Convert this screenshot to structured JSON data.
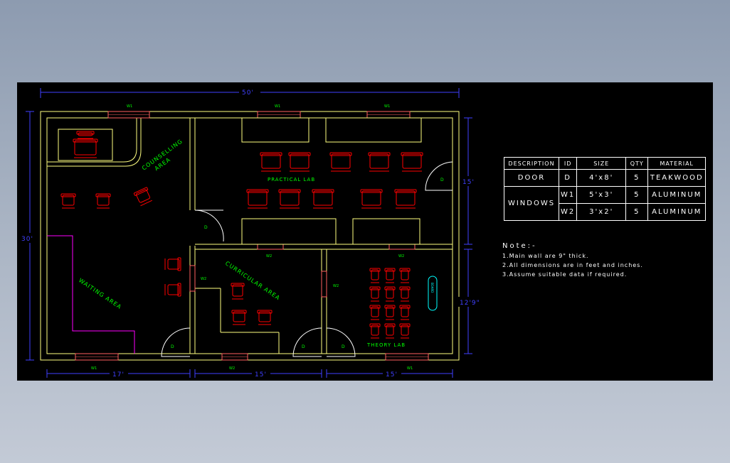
{
  "labels": {
    "counselling": [
      "COUNSELLING",
      "AREA"
    ],
    "practical_lab": "PRACTICAL LAB",
    "curricular_area": "CURRICULAR AREA",
    "waiting_area": "WAITING AREA",
    "theory_lab": "THEORY LAB",
    "door_tag": "D",
    "window_tag_1": "W1",
    "window_tag_2": "W2",
    "board_text": "BOARD"
  },
  "dimensions": {
    "overall_width": "50'",
    "overall_height": "30'",
    "right_upper": "15'",
    "right_lower": "12'9\"",
    "bottom_left": "17'",
    "bottom_mid": "15'",
    "bottom_right": "15'"
  },
  "schedule": {
    "headers": [
      "DESCRIPTION",
      "ID",
      "SIZE",
      "QTY",
      "MATERIAL"
    ],
    "rows": [
      {
        "description": "DOOR",
        "id": "D",
        "size": "4'x8'",
        "qty": "5",
        "material": "TEAKWOOD"
      },
      {
        "description": "WINDOWS",
        "id": "W1",
        "size": "5'x3'",
        "qty": "5",
        "material": "ALUMINUM"
      },
      {
        "description": "",
        "id": "W2",
        "size": "3'x2'",
        "qty": "5",
        "material": "ALUMINUM"
      }
    ]
  },
  "notes": {
    "title": "Note:-",
    "lines": [
      "1.Main wall are 9\" thick.",
      "2.All dimensions are in feet and inches.",
      "3.Assume suitable data if required."
    ]
  },
  "colors": {
    "background": "#000000",
    "wall": "#ffff80",
    "furniture": "#ff0000",
    "room_label": "#00ff00",
    "dimension": "#4040ff",
    "door": "#ffffff",
    "window": "#ff6060",
    "partition": "#ff00ff",
    "board": "#00ffff"
  }
}
